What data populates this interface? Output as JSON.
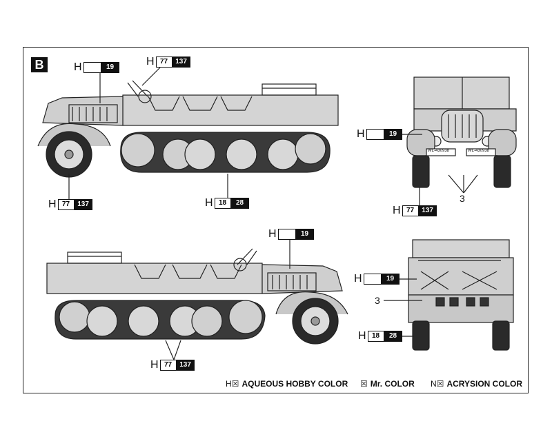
{
  "section_badge": "B",
  "callouts": {
    "side1_cab": {
      "letter": "H",
      "white": "",
      "black": "19"
    },
    "side1_top": {
      "letter": "H",
      "white": "77",
      "black": "137"
    },
    "side1_wheel": {
      "letter": "H",
      "white": "77",
      "black": "137"
    },
    "side1_track": {
      "letter": "H",
      "white": "18",
      "black": "28"
    },
    "front_body": {
      "letter": "H",
      "white": "",
      "black": "19"
    },
    "front_tire": {
      "letter": "H",
      "white": "77",
      "black": "137"
    },
    "side2_cab": {
      "letter": "H",
      "white": "",
      "black": "19"
    },
    "side2_track": {
      "letter": "H",
      "white": "77",
      "black": "137"
    },
    "rear_body": {
      "letter": "H",
      "white": "",
      "black": "19"
    },
    "rear_track": {
      "letter": "H",
      "white": "18",
      "black": "28"
    }
  },
  "part_numbers": {
    "front": "3",
    "rear": "3"
  },
  "front_plates": [
    "WL-430938",
    "WL-430938"
  ],
  "legend": [
    {
      "prefix": "H☒",
      "label": "AQUEOUS HOBBY COLOR"
    },
    {
      "prefix": "☒",
      "label": "Mr. COLOR"
    },
    {
      "prefix": "N☒",
      "label": "ACRYSION COLOR"
    }
  ],
  "colors": {
    "vehicle_body": "#cfcfcf",
    "outline": "#222222",
    "tire": "#2a2a2a"
  }
}
